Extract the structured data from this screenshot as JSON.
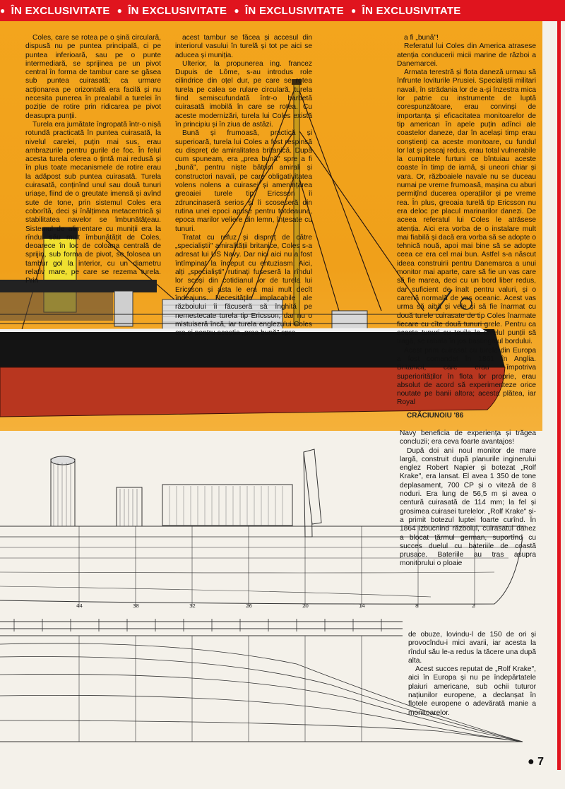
{
  "banner": {
    "label": "ÎN EXCLUSIVITATE",
    "repeat": 4
  },
  "artist_signature": "CRĂCIUNOIU '86",
  "page_number": "● 7",
  "column1": {
    "paragraphs": [
      "Coles, care se rotea pe o șină circulară, dispusă nu pe puntea principală, ci pe puntea inferioară, sau pe o punte intermediară, se sprijinea pe un pivot central în forma de tambur care se găsea sub puntea cuirasată; ca urmare acționarea pe orizontală era facilă și nu necesita punerea în prealabil a turelei în poziție de rotire prin ridicarea pe pivot deasupra punții.",
      "Turela era jumătate îngropată într-o nișă rotundă practicată în puntea cuirasată, la nivelul carelei, puțin mai sus, erau ambrazurile pentru gurile de foc. În felul acesta turela oferea o țintă mai redusă și în plus toate mecanismele de rotire erau la adăpost sub puntea cuirasată. Turela cuirasată, conținînd unul sau două tunuri uriașe, fiind de o greutate imensă și avînd sute de tone, prin sistemul Coles era coborîtă, deci și înălțimea metacentrică și stabilitatea navelor se îmbunătățeau. Sistemul de alimentare cu muniții era la rîndul său mult îmbunătățit de Coles, deoarece în loc de coloana centrală de sprijin, sub forma de pivot, se folosea un tambur gol la interior, cu un diametru relativ mare, pe care se rezema turela. Prin"
    ]
  },
  "column2": {
    "paragraphs": [
      "acest tambur se făcea și accesul din interiorul vasului în turelă și tot pe aici se aducea și muniția.",
      "Ulterior, la propunerea ing. francez Dupuis de Lôme, s-au introdus role cilindrice din oțel dur, pe care se rotea turela pe calea se rulare circulară, turela fiind semiscufundată într-o barbetă cuirasată imobilă în care se rotea. Cu aceste modernizări, turela lui Coles există în principiu și în ziua de astăzi.",
      "Bună și frumoasă, practică și superioară, turela lui Coles a fost respinsă cu dispreț de amiralitatea britanică. După cum spuneam, era „prea bună\" spre a fi „bună\", pentru niște bătrîni amirali și constructori navali, pe care obligativitatea volens nolens a cuiraseі și amenințarea greoaiei turele tip Ericsson îi zdruncinaseră serios și îi scoseseră din rutina unei epoci apuse pentru totdeauna, epoca marilor veliere din lemn, înțesate cu tunuri.",
      "Tratat cu refuz și dispreț de către „specialiștii\" amiralității britanice, Coles s-a adresat lui US Navy. Dar nici aici nu a fost întîmpinat la început cu entuziasm. Aici, alți „specialiști\" rutinați fuseseră la rîndul lor scoși din cotidianul lor de turela lui Ericsson și asta le era mai mult decît îndeajuns. Necesitățile implacabile ale războiului îi făcuseră să înghită pe nemestecate turela tip Ericsson, dar nu o mistuiseră încă, iar turela englezului Coles era și pentru aceștia „prea bună\" spre"
    ]
  },
  "column3": {
    "paragraphs": [
      "a fi „bună\"!",
      "Referatul lui Coles din America atrasese atenția conducerii micii marine de război a Danemarcei.",
      "Armata terestră și flota daneză urmau să înfrunte loviturile Prusiei. Specialiștii militari navali, în strădania lor de a-și înzestra mica lor patrie cu instrumente de luptă corespunzătoare, erau convinși de importanța și eficacitatea monitoarelor de tip american în apele puțin adînci ale coastelor daneze, dar în același timp erau conștienți ca aceste monitoare, cu fundul lor lat și pescaj redus, erau total vulnerabile la cumplitele furtuni ce bîntuiau aceste coaste în timp de iarnă, și uneori chiar și vara. Or, războaiele navale nu se duceau numai pe vreme frumoasă, mașina cu aburi permițînd ducerea operațiilor și pe vreme rea. În plus, greoaia turelă tip Ericsson nu era deloc pe placul marinarilor danezi. De aceea referatul lui Coles le atrăsese atenția. Aici era vorba de o instalare mult mai fiabilă și dacă era vorba să se adopte o tehnică nouă, apoi mai bine să se adopte ceea ce era cel mai bun. Astfel s-a născut ideea construirii pentru Danemarca a unui monitor mai aparte, care să fie un vas care să fie marea, deci cu un bord liber redus, dar suficient de înalt pentru valuri, și o carenă normală de vas oceanic. Acest vas urma să aibă și vele și să fie înarmat cu două turele cuirasate de tip Coles înarmate fiecare cu cîte două tunuri grele. Pentru ca aceste tunuri cu țevile la nivelul punții să tragă, se rabata în jos bastingajul bordului.",
      "Acest prim cuirasat cu turele din Europa a fost comandat în 1861 în Anglia. Britanicii, care erau împotriva superiorităților în flota lor proprie, erau absolut de acord să experimenteze orice noutate pe banii altora; acesta plătea, iar Royal"
    ]
  },
  "column3b": {
    "paragraphs": [
      "Navy beneficia de experiența și trăgea concluzii; era ceva foarte avantajos!",
      "După doi ani noul monitor de mare largă, construit după planurile inginerului englez Robert Napier și botezat „Rolf Krake\", era lansat. El avea 1 350 de tone deplasament, 700 CP și o viteză de 8 noduri. Era lung de 56,5 m și avea o centură cuirasată de 114 mm; la fel și grosimea cuirasei turelelor. „Rolf Krake\" și-a primit botezul luptei foarte curînd. În 1864 izbucnind războiul, cuirasatul danez a blocat țărmul german, suportînd cu succes duelul cu bateriile de coastă prusace. Bateriile au tras asupra monitorului o ploaie"
    ]
  },
  "column3c": {
    "paragraphs": [
      "de obuze, lovindu-l de 150 de ori și provocîndu-i mici avarii, iar acesta la rîndul său le-a redus la tăcere una după alta.",
      "Acest succes reputat de „Rolf Krake\", aici în Europa și nu pe îndepărtatele plaiuri americane, sub ochii tuturor națiunilor europene, a declanșat în flotele europene o adevărată manie a monitoarelor."
    ]
  },
  "plan_station_labels": [
    "44",
    "38",
    "32",
    "26",
    "20",
    "14",
    "8",
    "2"
  ],
  "colors": {
    "banner_red": "#e0141e",
    "background_orange": "#f2a21b",
    "hull_red": "#b8361f",
    "hull_black": "#141414"
  }
}
